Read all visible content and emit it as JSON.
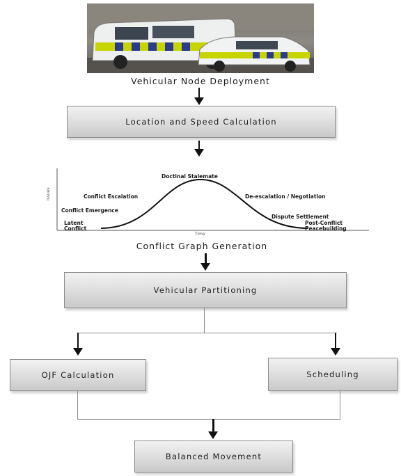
{
  "photo": {
    "caption": "Vehicular Node Deployment",
    "colors": {
      "van_body": "#eef0f0",
      "stripe_blue": "#2a3b8f",
      "stripe_yellow": "#c8d400",
      "sky": "#7f7a72"
    }
  },
  "steps": {
    "location": "Location and Speed Calculation",
    "partitioning": "Vehicular Partitioning",
    "ojf": "OJF Calculation",
    "scheduling": "Scheduling",
    "balanced": "Balanced Movement"
  },
  "conflict_graph": {
    "caption": "Conflict Graph Generation",
    "y_axis_label": "Issues",
    "x_axis_label": "Time",
    "stage_labels": {
      "latent": "Latent Conflict",
      "emergence": "Conflict Emergence",
      "escalation": "Conflict Escalation",
      "stalemate": "Doctinal Stalemate",
      "deescalation": "De-escalation / Negotiation",
      "settlement": "Dispute Settlement",
      "post": "Post-Conflict Peacebuilding"
    }
  }
}
